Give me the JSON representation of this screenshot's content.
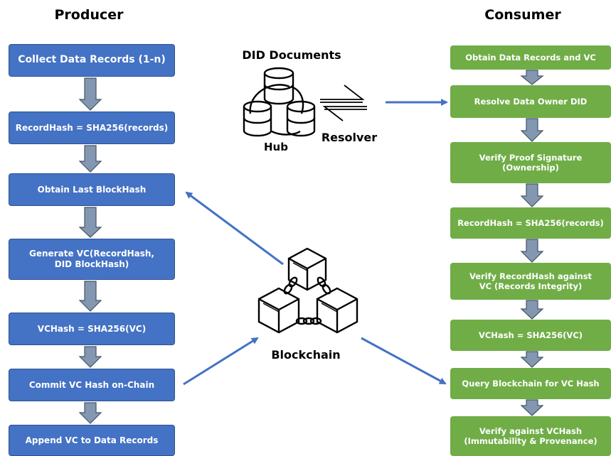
{
  "producer": {
    "title": "Producer",
    "steps": [
      "Collect Data Records (1-n)",
      "RecordHash = SHA256(records)",
      "Obtain Last BlockHash",
      "Generate VC(RecordHash, DID BlockHash)",
      "VCHash = SHA256(VC)",
      "Commit VC Hash on-Chain",
      "Append VC to Data Records"
    ]
  },
  "consumer": {
    "title": "Consumer",
    "steps": [
      "Obtain Data Records and VC",
      "Resolve Data Owner DID",
      "Verify Proof Signature (Ownership)",
      "RecordHash = SHA256(records)",
      "Verify RecordHash against VC (Records Integrity)",
      "VCHash = SHA256(VC)",
      "Query Blockchain for VC Hash",
      "Verify against VCHash (Immutability & Provenance)"
    ]
  },
  "center": {
    "did_documents": "DID Documents",
    "hub": "Hub",
    "resolver": "Resolver",
    "blockchain": "Blockchain"
  },
  "colors": {
    "producer_box": "#4472c4",
    "consumer_box": "#70ad47",
    "connector": "#4472c4",
    "flow_arrow_fill": "#8497b0",
    "flow_arrow_stroke": "#44546a"
  }
}
